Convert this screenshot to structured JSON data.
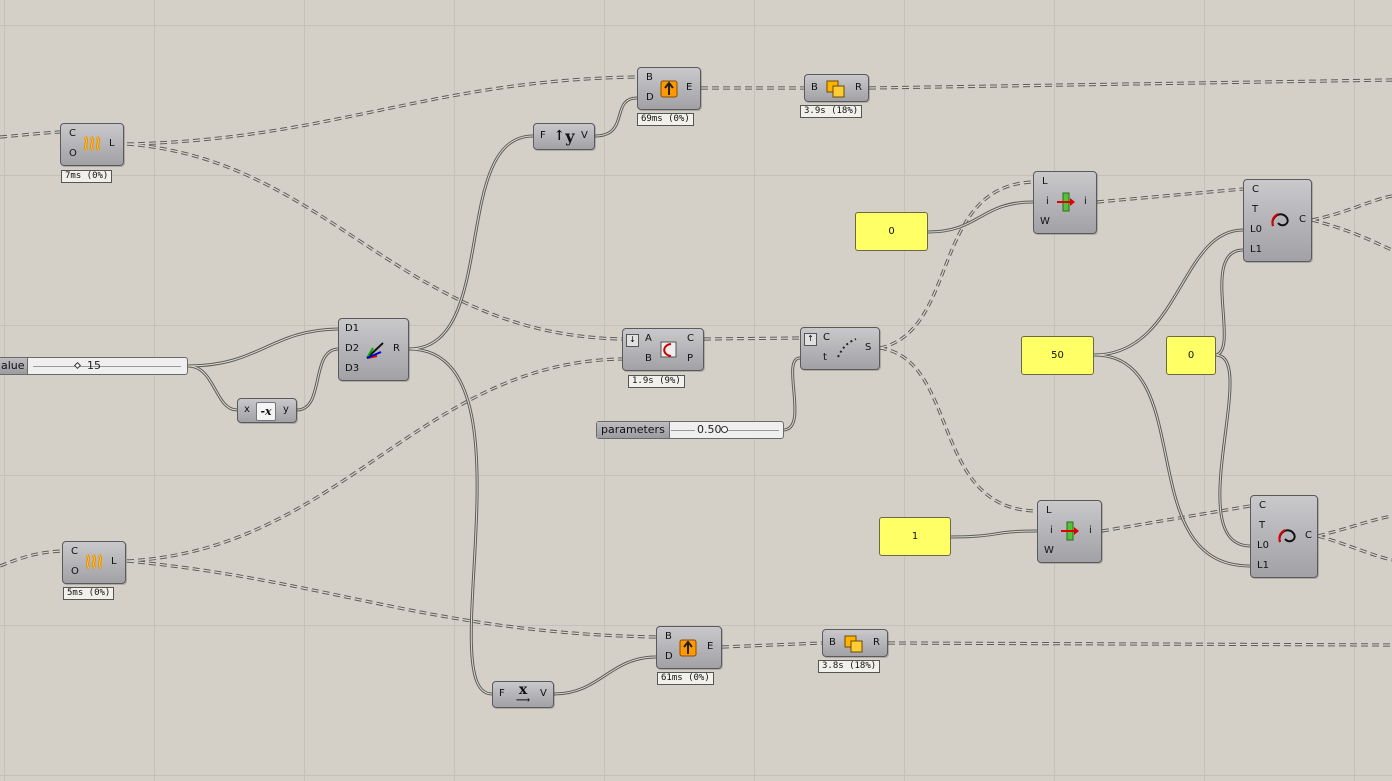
{
  "canvas": {
    "background": "#d4d0c8",
    "grid_color": "#c5c1b9"
  },
  "colors": {
    "panel": "#ffff66",
    "component": "#a9a9ad",
    "wire": "#5c5c58",
    "timer": "#f2f0ea"
  },
  "components": {
    "field_top": {
      "in": [
        "C",
        "O"
      ],
      "out": "L",
      "icon": "wave-field-icon",
      "timer": "7ms (0%)"
    },
    "field_bottom": {
      "in": [
        "C",
        "O"
      ],
      "out": "L",
      "icon": "wave-field-icon",
      "timer": "5ms (0%)"
    },
    "shift_top": {
      "in": [
        "B",
        "D"
      ],
      "out": "E",
      "icon": "shift-up-icon",
      "timer": "69ms (0%)"
    },
    "shift_bottom": {
      "in": [
        "B",
        "D"
      ],
      "out": "E",
      "icon": "shift-up-icon",
      "timer": "61ms (0%)"
    },
    "merge_top": {
      "in": "B",
      "out": "R",
      "icon": "merge-boxes-icon",
      "timer": "3.9s (18%)"
    },
    "merge_bottom": {
      "in": "B",
      "out": "R",
      "icon": "merge-boxes-icon",
      "timer": "3.8s (18%)"
    },
    "vector_y": {
      "in": "F",
      "out": "V",
      "icon_label": "y",
      "icon": "vector-y-icon"
    },
    "vector_x": {
      "in": "F",
      "out": "V",
      "icon_label": "x",
      "icon": "vector-x-icon"
    },
    "construct": {
      "in": [
        "D1",
        "D2",
        "D3"
      ],
      "out": "R",
      "icon": "construct-point-icon"
    },
    "negative": {
      "in": "x",
      "out": "y",
      "icon_label": "-x",
      "icon": "negative-icon"
    },
    "curve_closest": {
      "in": [
        "A",
        "B"
      ],
      "out": [
        "C",
        "P"
      ],
      "icon": "curve-closest-icon",
      "timer": "1.9s (9%)"
    },
    "evaluate": {
      "in": [
        "C",
        "t"
      ],
      "out": "S",
      "icon": "evaluate-curve-icon"
    },
    "interp_top": {
      "in": [
        "L",
        "i",
        "W"
      ],
      "out": "i",
      "icon": "list-item-icon"
    },
    "interp_bottom": {
      "in": [
        "L",
        "i",
        "W"
      ],
      "out": "i",
      "icon": "list-item-icon"
    },
    "arc_top": {
      "in": [
        "C",
        "T",
        "L0",
        "L1"
      ],
      "out": "C",
      "icon": "arc-curve-icon"
    },
    "arc_bottom": {
      "in": [
        "C",
        "T",
        "L0",
        "L1"
      ],
      "out": "C",
      "icon": "arc-curve-icon"
    }
  },
  "sliders": {
    "value": {
      "label": "alue",
      "value": "15",
      "position": 0.5
    },
    "parameters": {
      "label": "parameters",
      "value": "0.50",
      "position": 0.5
    }
  },
  "panels": {
    "p0_top": "0",
    "p50": "50",
    "p0_right": "0",
    "p1": "1"
  }
}
